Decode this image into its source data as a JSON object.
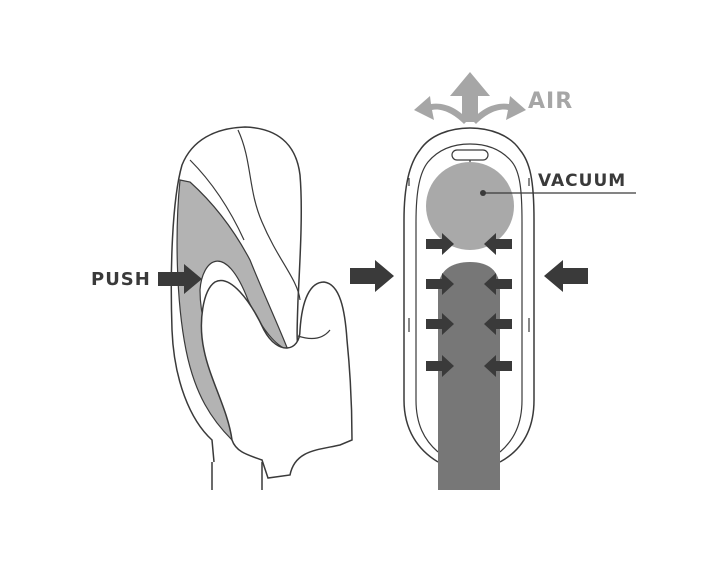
{
  "labels": {
    "push": "PUSH",
    "vacuum": "VACUUM",
    "air": "AIR"
  },
  "colors": {
    "outline": "#3a3a3a",
    "dark_arrow": "#3a3a3a",
    "label_dark": "#3a3a3a",
    "air": "#a6a6a6",
    "vacuum_fill": "#a9a9a9",
    "inner_fill": "#b3b3b3",
    "core_fill": "#777777",
    "background": "#ffffff"
  },
  "icons": {
    "push_arrow": "arrow-right",
    "squeeze_arrows": [
      "arrow-right",
      "arrow-left"
    ],
    "air_arrows": [
      "arrow-up",
      "arrow-up-left",
      "arrow-up-right"
    ]
  }
}
